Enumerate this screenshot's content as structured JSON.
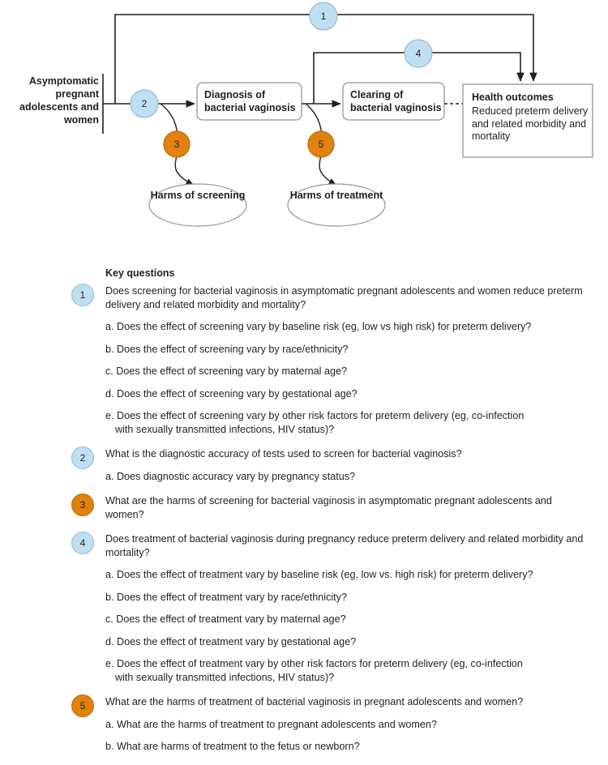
{
  "colors": {
    "blue_node": "#bfe0f2",
    "blue_node_border": "#9ab8c9",
    "orange_node": "#e1820e",
    "orange_node_border": "#b9690a",
    "line": "#231f20",
    "box_border": "#939598",
    "text": "#231f20"
  },
  "framework": {
    "population_label": "Asymptomatic pregnant adolescents and women",
    "boxes": [
      {
        "id": "diagnosis",
        "label": "Diagnosis of bacterial vaginosis"
      },
      {
        "id": "clearing",
        "label": "Clearing of bacterial vaginosis"
      }
    ],
    "outcomes_box": {
      "title": "Health outcomes",
      "body": "Reduced preterm delivery and related morbidity and mortality"
    },
    "ellipses": [
      {
        "id": "harms-screening",
        "label": "Harms of screening"
      },
      {
        "id": "harms-treatment",
        "label": "Harms of treatment"
      }
    ],
    "nodes": [
      {
        "id": "node-1",
        "number": "1",
        "color": "blue"
      },
      {
        "id": "node-2",
        "number": "2",
        "color": "blue"
      },
      {
        "id": "node-3",
        "number": "3",
        "color": "orange"
      },
      {
        "id": "node-4",
        "number": "4",
        "color": "blue"
      },
      {
        "id": "node-5",
        "number": "5",
        "color": "orange"
      }
    ]
  },
  "key_questions": {
    "heading": "Key questions",
    "items": [
      {
        "number": "1",
        "color": "blue",
        "main": "Does screening for bacterial vaginosis in asymptomatic pregnant adolescents and women reduce preterm delivery and related morbidity and mortality?",
        "subs": [
          {
            "text": "a. Does the effect of screening vary by baseline risk (eg, low vs high risk) for preterm delivery?"
          },
          {
            "text": "b. Does the effect of screening vary by race/ethnicity?"
          },
          {
            "text": "c. Does the effect of screening vary by maternal age?"
          },
          {
            "text": "d. Does the effect of screening vary by gestational age?"
          },
          {
            "text": "e. Does the effect of screening vary by other risk factors for preterm delivery (eg, co-infection",
            "cont": "with sexually transmitted infections, HIV status)?"
          }
        ]
      },
      {
        "number": "2",
        "color": "blue",
        "main": "What is the diagnostic accuracy of tests used to screen for bacterial vaginosis?",
        "subs": [
          {
            "text": "a. Does diagnostic accuracy vary by pregnancy status?"
          }
        ]
      },
      {
        "number": "3",
        "color": "orange",
        "main": "What are the harms of screening for bacterial vaginosis in asymptomatic pregnant adolescents and women?",
        "subs": []
      },
      {
        "number": "4",
        "color": "blue",
        "main": "Does treatment of bacterial vaginosis during pregnancy reduce preterm delivery and related morbidity and mortality?",
        "subs": [
          {
            "text": "a. Does the effect of treatment vary by baseline risk (eg, low vs. high risk) for preterm delivery?"
          },
          {
            "text": "b. Does the effect of treatment vary by race/ethnicity?"
          },
          {
            "text": "c. Does the effect of treatment vary by maternal age?"
          },
          {
            "text": "d. Does the effect of treatment vary by gestational age?"
          },
          {
            "text": "e. Does the effect of treatment vary by other risk factors for preterm delivery (eg, co-infection",
            "cont": "with sexually transmitted infections, HIV status)?"
          }
        ]
      },
      {
        "number": "5",
        "color": "orange",
        "main": "What are the harms of treatment of bacterial vaginosis in pregnant adolescents and women?",
        "subs": [
          {
            "text": "a. What are the harms of treatment to pregnant adolescents and women?"
          },
          {
            "text": "b. What are harms of treatment to the fetus or newborn?"
          }
        ]
      }
    ]
  }
}
